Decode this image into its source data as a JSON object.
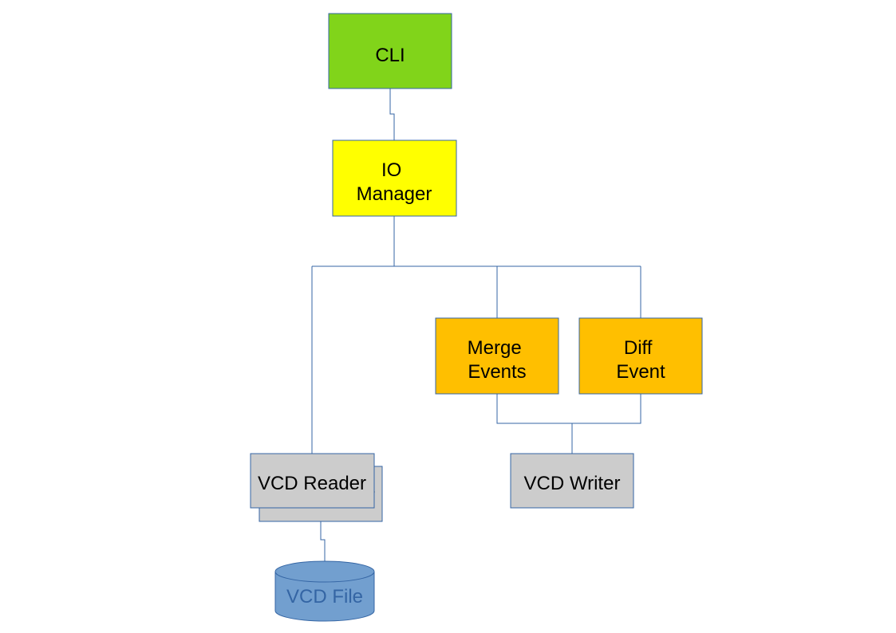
{
  "colors": {
    "cli": "#81d41a",
    "io_manager": "#ffff00",
    "event": "#ffbf00",
    "io_component": "#cccccc",
    "file": "#729fcf",
    "border": "#3465a4"
  },
  "nodes": {
    "cli": {
      "lines": [
        "CLI"
      ]
    },
    "io_manager": {
      "lines": [
        "IO",
        "Manager"
      ]
    },
    "merge_events": {
      "lines": [
        "Merge",
        "Events"
      ]
    },
    "diff_event": {
      "lines": [
        "Diff",
        "Event"
      ]
    },
    "vcd_reader": {
      "lines": [
        "VCD Reader"
      ]
    },
    "vcd_writer": {
      "lines": [
        "VCD Writer"
      ]
    },
    "vcd_file": {
      "lines": [
        "VCD File"
      ]
    }
  }
}
